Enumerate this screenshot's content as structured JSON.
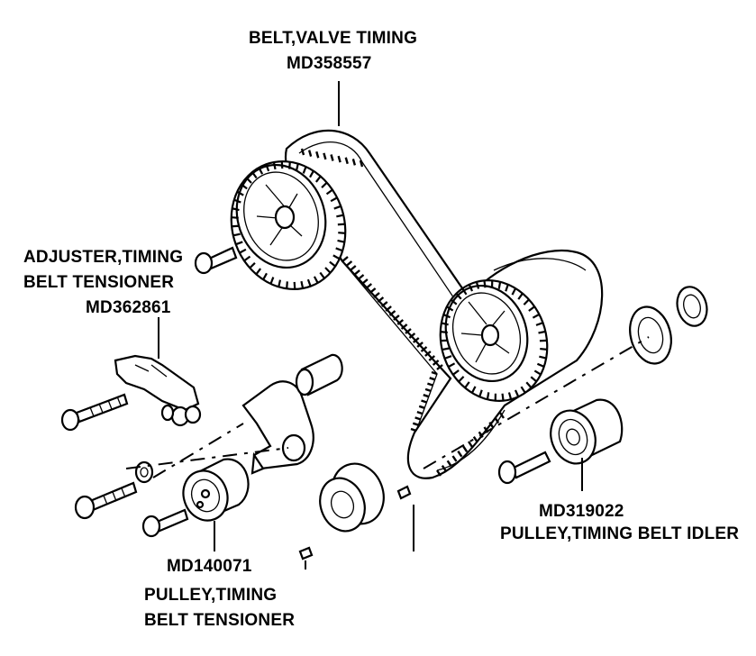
{
  "labels": {
    "belt_title": "BELT,VALVE TIMING",
    "belt_part": "MD358557",
    "adjuster_line1": "ADJUSTER,TIMING",
    "adjuster_line2": "BELT TENSIONER",
    "adjuster_part": "MD362861",
    "idler_part": "MD319022",
    "idler_title": "PULLEY,TIMING BELT IDLER",
    "tensioner_part": "MD140071",
    "tensioner_line1": "PULLEY,TIMING",
    "tensioner_line2": "BELT TENSIONER"
  }
}
